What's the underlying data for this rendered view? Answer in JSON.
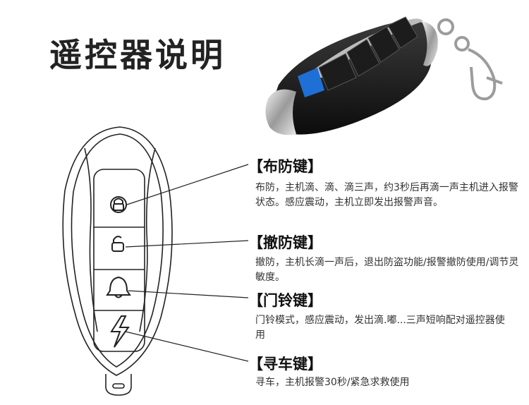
{
  "title": "遥控器说明",
  "buttons": [
    {
      "heading": "【布防键】",
      "description": "布防，主机滴、滴、滴三声，约3秒后再滴一声主机进入报警状态。感应震动，主机立即发出报警声音。"
    },
    {
      "heading": "【撤防键】",
      "description": "撤防，主机长滴一声后，退出防盗功能/报警撤防使用/调节灵敏度。"
    },
    {
      "heading": "【门铃键】",
      "description": "门铃模式，感应震动，发出滴.嘟...三声短响配对遥控器使用"
    },
    {
      "heading": "【寻车键】",
      "description": "寻车，主机报警30秒/紧急求救使用"
    }
  ],
  "colors": {
    "text": "#222222",
    "accent_blue": "#1e6fd6",
    "fob_body": "#151515",
    "chrome": "#c9c9c9"
  },
  "icons": [
    "lock-icon",
    "unlock-icon",
    "bell-icon",
    "lightning-icon",
    "keyring-icon"
  ]
}
